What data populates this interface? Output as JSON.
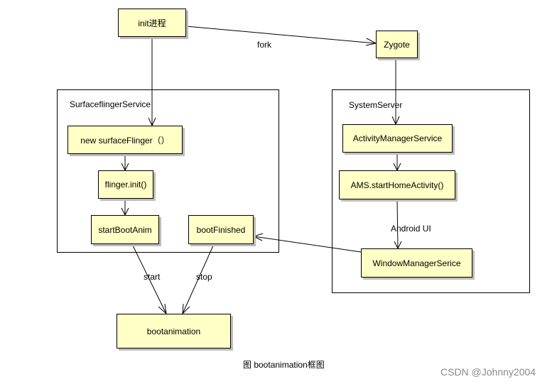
{
  "containers": {
    "surfaceflinger": {
      "title": "SurfaceflingerService"
    },
    "systemserver": {
      "title": "SystemServer"
    }
  },
  "nodes": {
    "init": "init进程",
    "zygote": "Zygote",
    "new_surfaceflinger": "new surfaceFlinger（）",
    "flinger_init": "flinger.init()",
    "start_boot_anim": "startBootAnim",
    "boot_finished": "bootFinished",
    "activity_manager_service": "ActivityManagerService",
    "ams_start_home": "AMS.startHomeActivity()",
    "window_manager_serice": "WindowManagerSerice",
    "bootanimation": "bootanimation"
  },
  "edge_labels": {
    "fork": "fork",
    "android_ui": "Android UI",
    "start": "start",
    "stop": "stop"
  },
  "caption": "图 bootanimation框图",
  "watermark": "CSDN @Johnny2004",
  "colors": {
    "node_fill": "#ffffc6",
    "stroke": "#000000",
    "shadow": "#bdbdbd",
    "watermark": "#8a8a8a"
  }
}
